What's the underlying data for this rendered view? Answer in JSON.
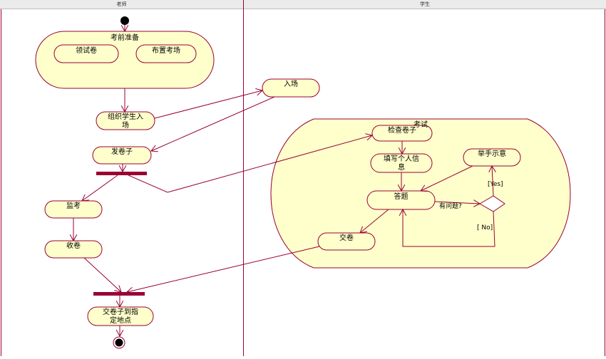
{
  "lanes": {
    "left": "老师",
    "right": "学生"
  },
  "groups": {
    "prep": "考前准备",
    "exam": "考试"
  },
  "activities": {
    "get_papers": "领试卷",
    "arrange_room": "布置考场",
    "organize_entry": "组织学生入\n场",
    "enter": "入场",
    "hand_out": "发卷子",
    "invigilate": "监考",
    "collect": "收卷",
    "deliver": "交卷子到指\n定地点",
    "check_paper": "检查卷子",
    "fill_info": "填写个人信\n息",
    "answer": "答题",
    "raise_hand": "举手示意",
    "submit": "交卷"
  },
  "guards": {
    "question": "有问题?",
    "yes": "[Yes]",
    "no": "[ No]"
  },
  "colors": {
    "fill": "#ffffcc",
    "border": "#990033",
    "bar": "#990033"
  }
}
